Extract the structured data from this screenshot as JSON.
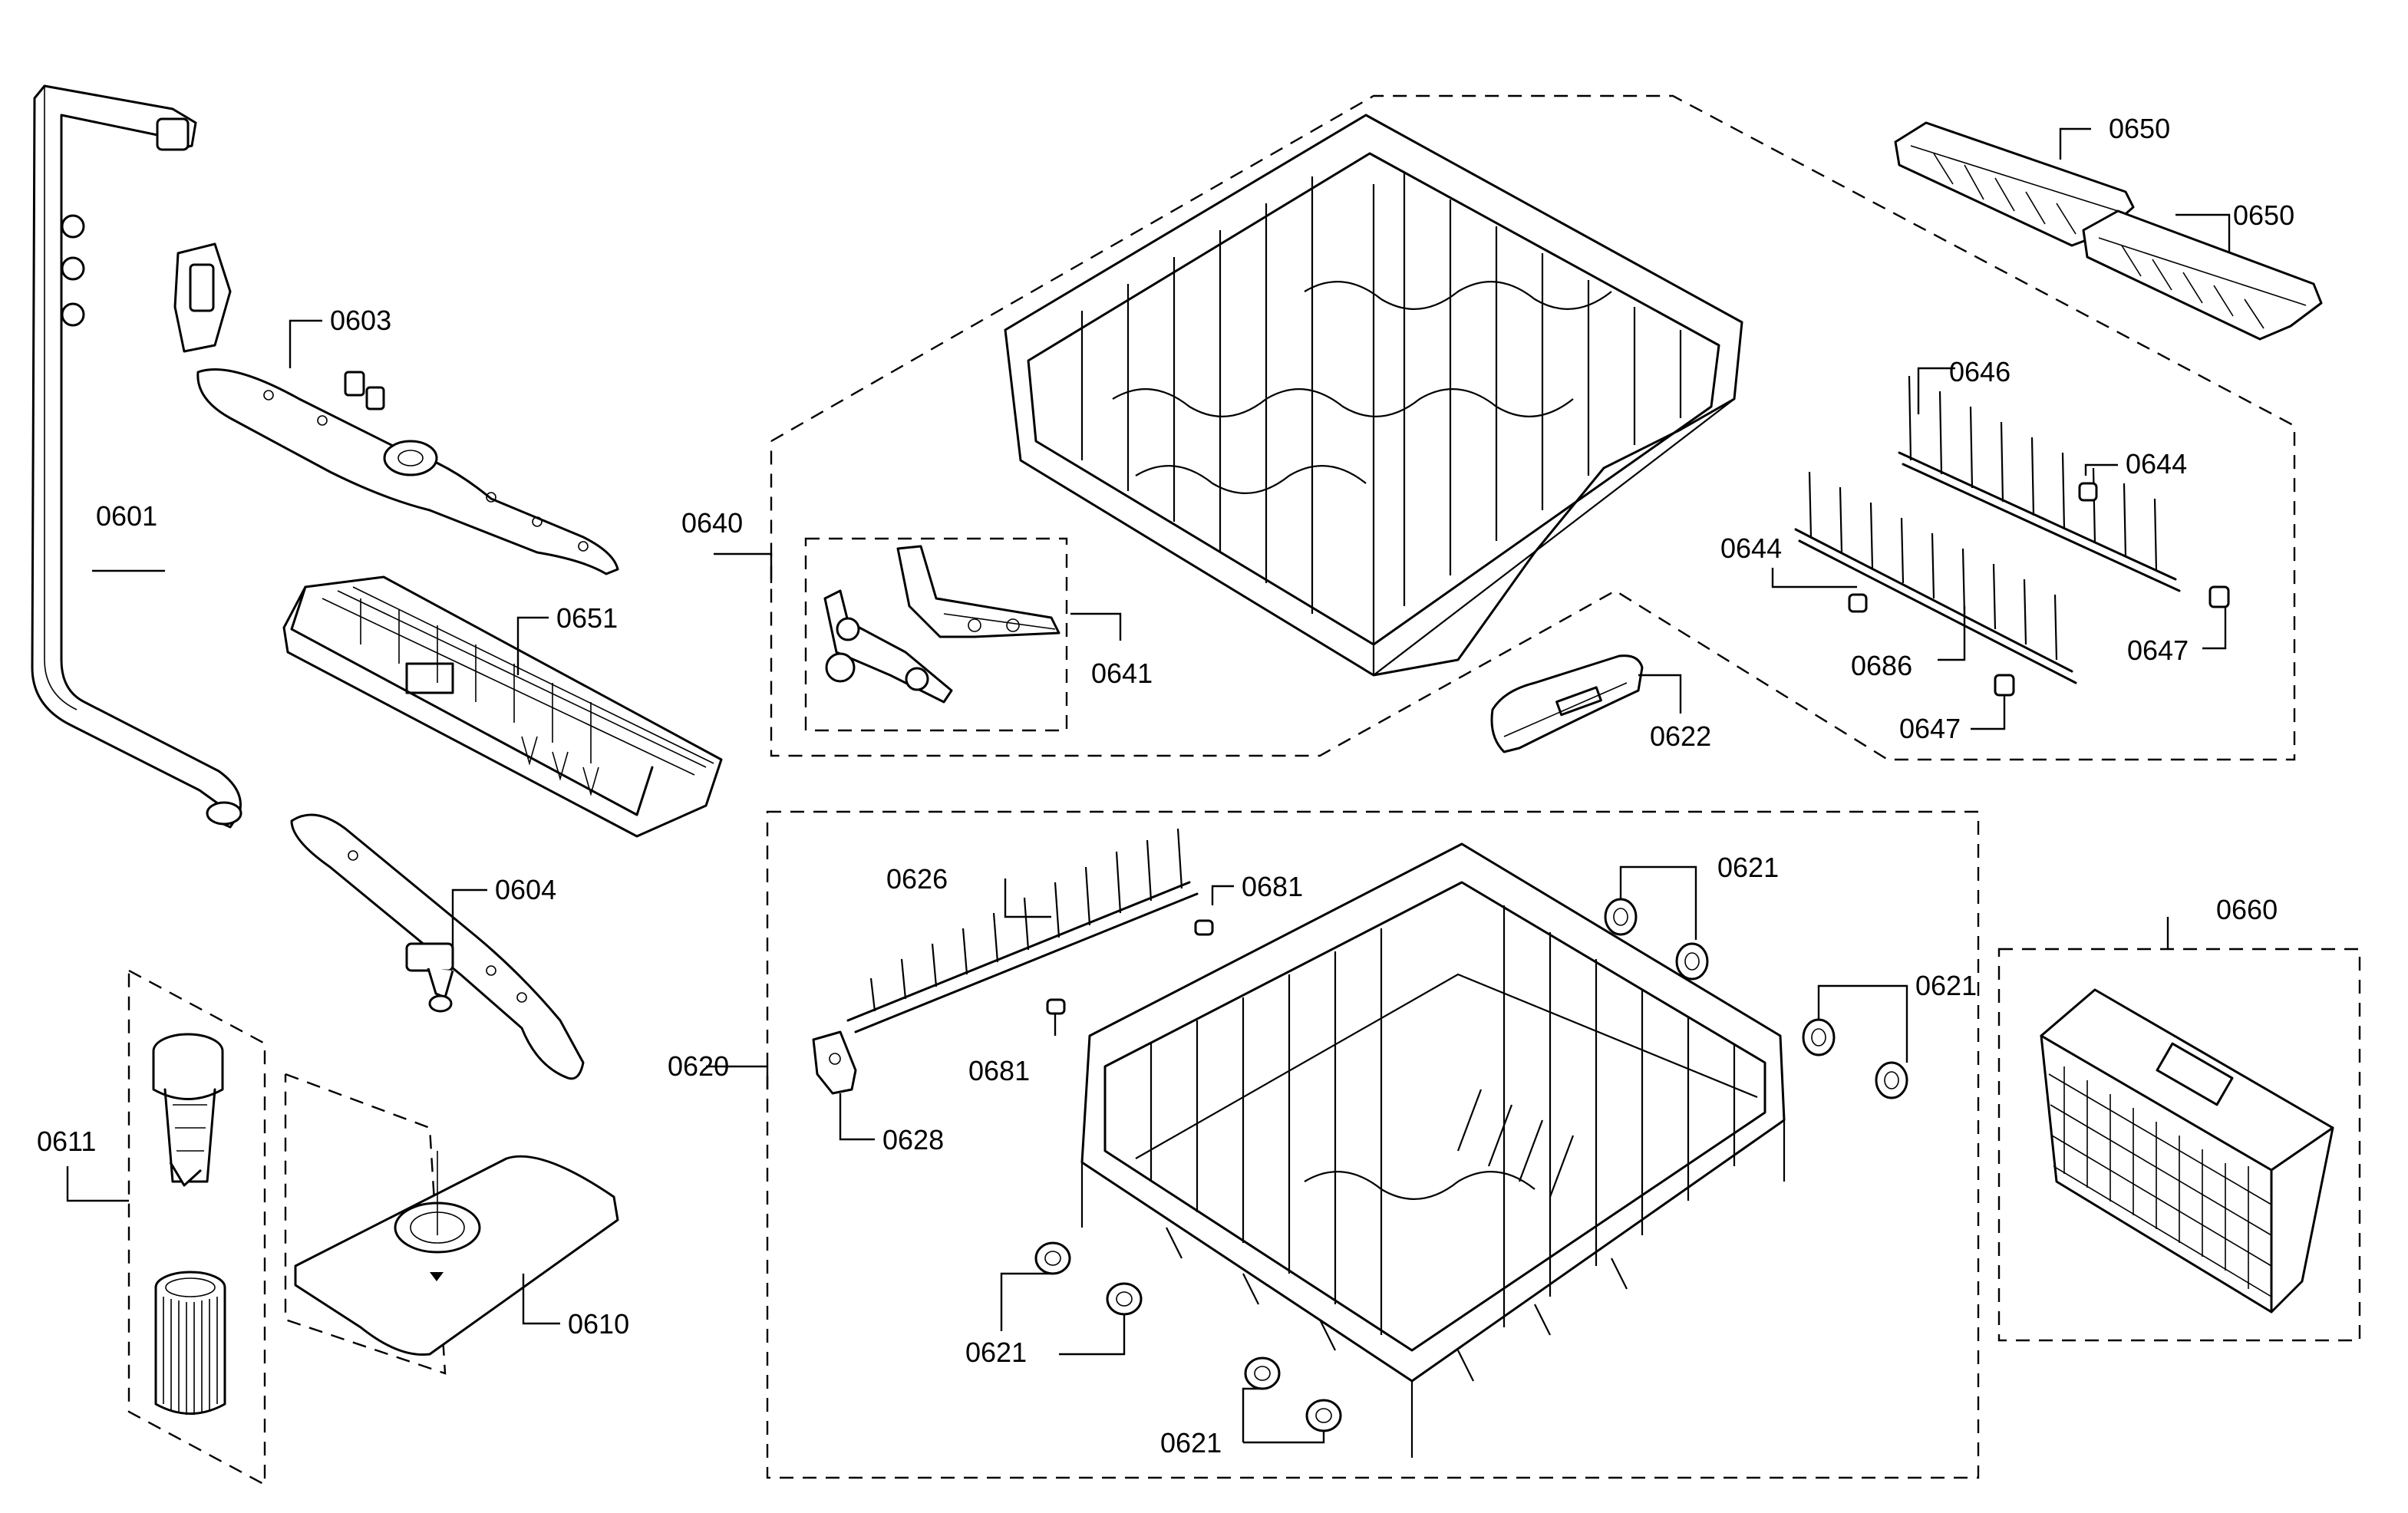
{
  "labels": {
    "p0601": "0601",
    "p0603": "0603",
    "p0651": "0651",
    "p0604": "0604",
    "p0611": "0611",
    "p0610": "0610",
    "p0640": "0640",
    "p0641": "0641",
    "p0622": "0622",
    "p0650a": "0650",
    "p0650b": "0650",
    "p0646": "0646",
    "p0644a": "0644",
    "p0644b": "0644",
    "p0686": "0686",
    "p0647a": "0647",
    "p0647b": "0647",
    "p0620": "0620",
    "p0626": "0626",
    "p0681a": "0681",
    "p0681b": "0681",
    "p0628": "0628",
    "p0621a": "0621",
    "p0621b": "0621",
    "p0621c": "0621",
    "p0621d": "0621",
    "p0660": "0660"
  }
}
